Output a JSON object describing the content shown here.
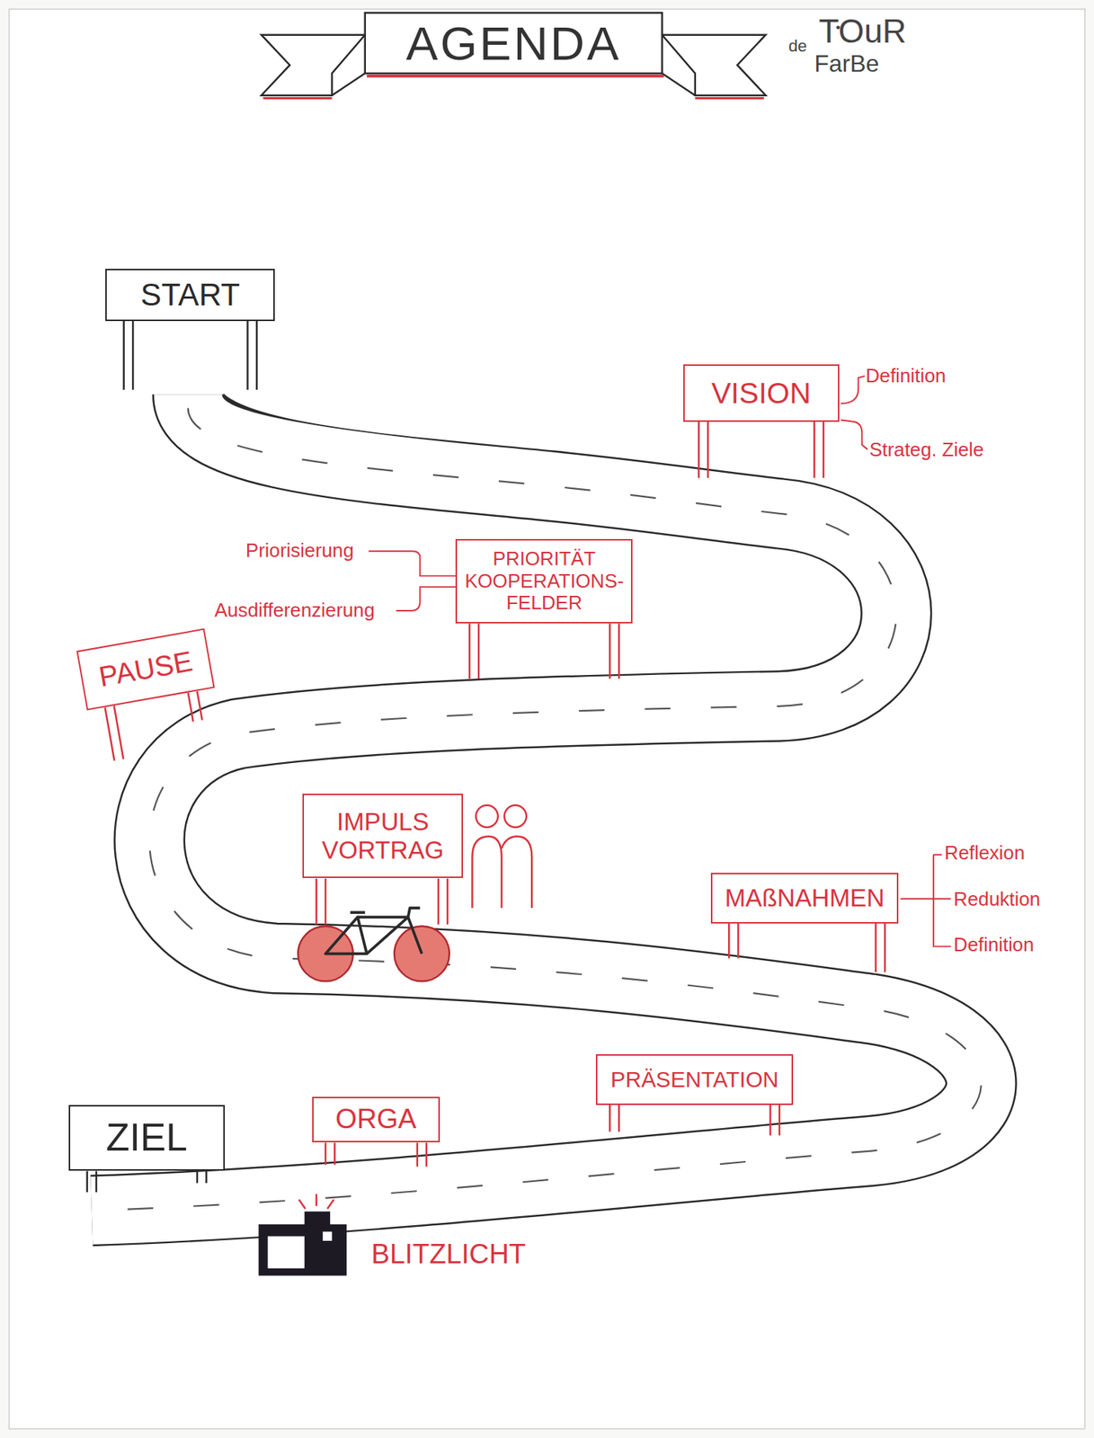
{
  "diagram": {
    "title": "AGENDA",
    "nodes": [
      {
        "text": [
          "START"
        ]
      },
      {
        "text": [
          "VISION"
        ]
      },
      {
        "text": [
          "PRIORITÄT KOOPERATIONS- FELDER"
        ]
      },
      {
        "text": [
          "PAUSE"
        ]
      },
      {
        "text": [
          "IMPULS VORTRAG"
        ]
      },
      {
        "text": [
          "MAßNAHMEN"
        ]
      },
      {
        "text": [
          "ZIEL"
        ]
      },
      {
        "text": [
          "ORGA"
        ]
      },
      {
        "text": [
          "PRÄSENTATION"
        ]
      }
    ],
    "labels": [
      "TOuR",
      "de",
      "FarBe",
      "Definition",
      "Strateg. Ziele",
      "Priorisierung",
      "Ausdifferenzierung",
      "Reflexion",
      "Reduktion",
      "Definition",
      "BLITZLICHT"
    ]
  }
}
